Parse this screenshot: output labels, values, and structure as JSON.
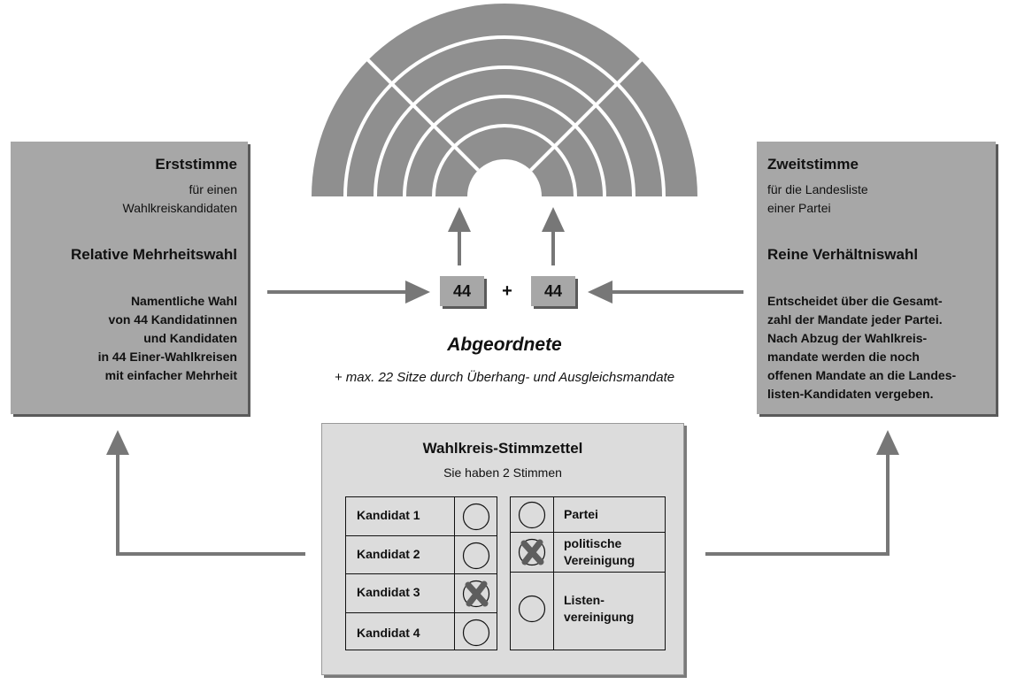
{
  "left_panel": {
    "title": "Erststimme",
    "subtitle_lines": [
      "für einen",
      "Wahlkreiskandidaten"
    ],
    "heading": "Relative Mehrheitswahl",
    "body_lines": [
      "Namentliche Wahl",
      "von 44 Kandidatinnen",
      "und Kandidaten",
      "in 44 Einer-Wahlkreisen",
      "mit einfacher Mehrheit"
    ]
  },
  "right_panel": {
    "title": "Zweitstimme",
    "subtitle_lines": [
      "für die Landesliste",
      "einer Partei"
    ],
    "heading": "Reine Verhältniswahl",
    "body_lines": [
      "Entscheidet über die Gesamt-",
      "zahl der Mandate jeder Partei.",
      "Nach Abzug der Wahlkreis-",
      "mandate werden die noch",
      "offenen Mandate an die Landes-",
      "listen-Kandidaten vergeben."
    ]
  },
  "center": {
    "left_number": "44",
    "plus": "+",
    "right_number": "44",
    "abgeordnete": "Abgeordnete",
    "extra_seats": "+ max. 22 Sitze durch Überhang- und Ausgleichsmandate"
  },
  "ballot": {
    "title": "Wahlkreis-Stimmzettel",
    "subtitle": "Sie haben 2 Stimmen",
    "candidates": [
      {
        "label": "Kandidat 1",
        "marked": false
      },
      {
        "label": "Kandidat 2",
        "marked": false
      },
      {
        "label": "Kandidat 3",
        "marked": true
      },
      {
        "label": "Kandidat 4",
        "marked": false
      }
    ],
    "parties": [
      {
        "label_lines": [
          "Partei"
        ],
        "marked": false
      },
      {
        "label_lines": [
          "politische",
          "Vereinigung"
        ],
        "marked": true
      },
      {
        "label_lines": [
          "Listen-",
          "vereinigung"
        ],
        "marked": false
      }
    ]
  },
  "colors": {
    "panel_fill": "#a7a7a7",
    "panel_shadow": "#5a5a5a",
    "parliament_fill": "#8f8f8f",
    "ballot_fill": "#dcdcdc",
    "arrow": "#777777"
  }
}
